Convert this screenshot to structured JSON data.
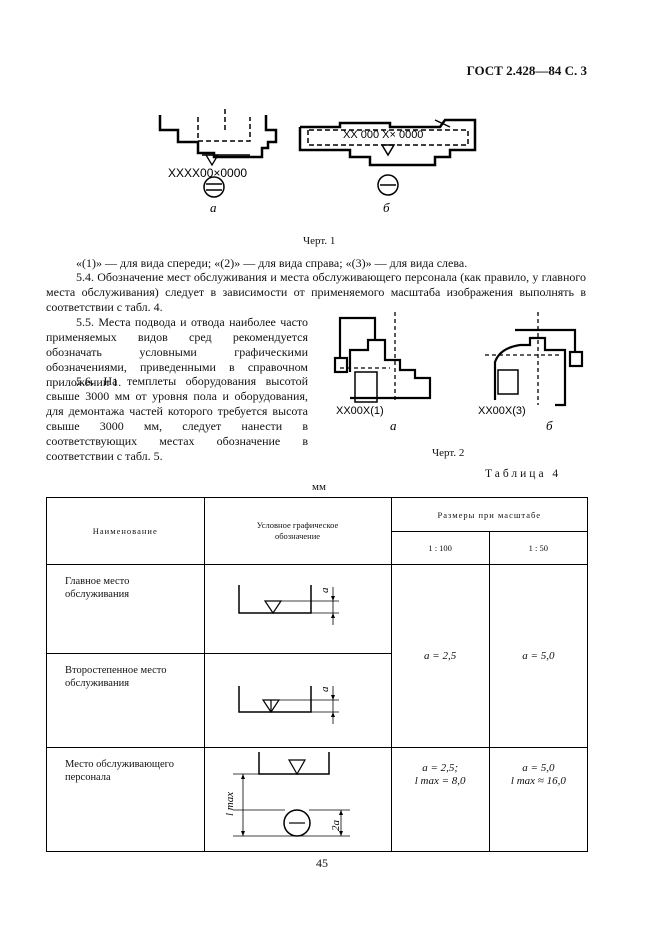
{
  "header": {
    "title": "ГОСТ 2.428—84 С. 3"
  },
  "figure1": {
    "label_a_text": "ХХХХ00×0000",
    "label_b_text": "ХХ 000 Х× 0000",
    "sub_a": "а",
    "sub_b": "б",
    "caption": "Черт. 1"
  },
  "paragraphs": {
    "p_views": "«(1)» — для вида спереди; «(2)» — для вида справа; «(3)» — для вида слева.",
    "p54": "5.4. Обозначение мест обслуживания и места обслуживающего персонала (как правило, у главного места обслуживания) следует в зависимости от применяемого масштаба изображения выполнять в соответствии с табл. 4.",
    "p55": "5.5. Места подвода и отвода наиболее часто применяемых видов сред рекомендуется обозначать условными графическими обозначениями, приведенными в справочном приложении 1.",
    "p56": "5.6. На темплеты оборудования высотой свыше 3000 мм от уровня пола и оборудования, для демонтажа частей которого требуется высота свыше 3000 мм, следует нанести в соответствующих местах обозначение в соответствии с табл. 5."
  },
  "figure2": {
    "label_a_text": "ХХ00Х(1)",
    "label_b_text": "ХХ00Х(3)",
    "sub_a": "а",
    "sub_b": "б",
    "caption": "Черт. 2"
  },
  "table4": {
    "title": "Таблица 4",
    "units": "мм",
    "col_name": "Наименование",
    "col_symbol": "Условное графическое обозначение",
    "col_sizes": "Размеры при масштабе",
    "scale1": "1 : 100",
    "scale2": "1 : 50",
    "rows": [
      {
        "name": "Главное место обслуживания"
      },
      {
        "name": "Второстепенное место обслуживания"
      },
      {
        "name": "Место обслуживающего персонала"
      }
    ],
    "val_main_1": "a = 2,5",
    "val_main_2": "a = 5,0",
    "val_staff_1a": "a = 2,5;",
    "val_staff_1b": "l max = 8,0",
    "val_staff_2a": "a = 5,0",
    "val_staff_2b": "l max ≈ 16,0",
    "dim_a": "a",
    "dim_2a": "2a",
    "dim_lmax": "l max"
  },
  "footer": {
    "page_number": "45"
  }
}
